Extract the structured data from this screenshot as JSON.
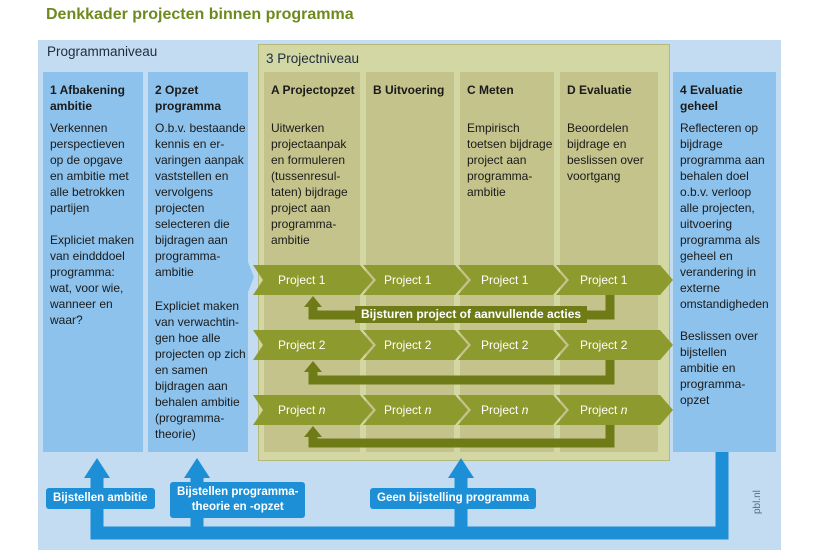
{
  "title": "Denkkader projecten binnen programma",
  "program_level_label": "Programmaniveau",
  "project_level_label": "3 Projectniveau",
  "columns": [
    {
      "heading": "1 Afbakening\nambitie",
      "text": "Verkennen\nperspectieven\nop de opgave\nen ambitie met\nalle betrokken\npartijen\n\nExpliciet maken\nvan eindddoel\nprogramma:\nwat, voor wie,\nwanneer en\nwaar?"
    },
    {
      "heading": "2 Opzet\nprogramma",
      "text": "O.b.v. bestaande\nkennis en er-\nvaringen aanpak\nvaststellen en\nvervolgens\nprojecten\nselecteren die\nbijdragen aan\nprogramma-\nambitie"
    },
    {
      "heading": "A Projectopzet",
      "text": "Uitwerken\nprojectaanpak\nen formuleren\n(tussenresul-\ntaten) bijdrage\nproject aan\nprogramma-\nambitie"
    },
    {
      "heading": "B Uitvoering",
      "text": ""
    },
    {
      "heading": "C Meten",
      "text": "Empirisch\ntoetsen bijdrage\nproject aan\nprogramma-\nambitie"
    },
    {
      "heading": "D Evaluatie",
      "text": "Beoordelen\nbijdrage en\nbeslissen over\nvoortgang"
    },
    {
      "heading": "4 Evaluatie\ngeheel",
      "text": "Reflecteren op\nbijdrage\nprogramma aan\nbehalen doel\no.b.v. verloop\nalle projecten,\nuitvoering\nprogramma als\ngeheel en\nverandering in\nexterne\nomstandigheden\n\nBeslissen over\nbijstellen\nambitie en\nprogramma-\nopzet"
    }
  ],
  "column2_extra": "Expliciet maken\nvan verwachtin-\ngen hoe alle\nprojecten op zich\nen samen\nbijdragen aan\nbehalen ambitie\n(programma-\ntheorie)",
  "projects": [
    {
      "prefix": "Project ",
      "suffix": "1"
    },
    {
      "prefix": "Project ",
      "suffix": "2"
    },
    {
      "prefix": "Project ",
      "suffix": "n"
    }
  ],
  "bijsturen_label": "Bijsturen project of aanvullende acties",
  "feedback_labels": {
    "bijstellen_ambitie": "Bijstellen ambitie",
    "bijstellen_programma": "Bijstellen programma-\ntheorie en -opzet",
    "geen_bijstelling": "Geen bijstelling programma"
  },
  "source": "pbl.nl",
  "colors": {
    "title": "#6e8a1e",
    "program_bg": "#c4dcf1",
    "project_bg": "#d3d7a3",
    "project_column": "#c4c38c",
    "blue_column": "#8dc2ec",
    "arrow_green": "#8d9a2e",
    "loop_green": "#6f7b16",
    "arrow_blue": "#1d8fd6"
  }
}
